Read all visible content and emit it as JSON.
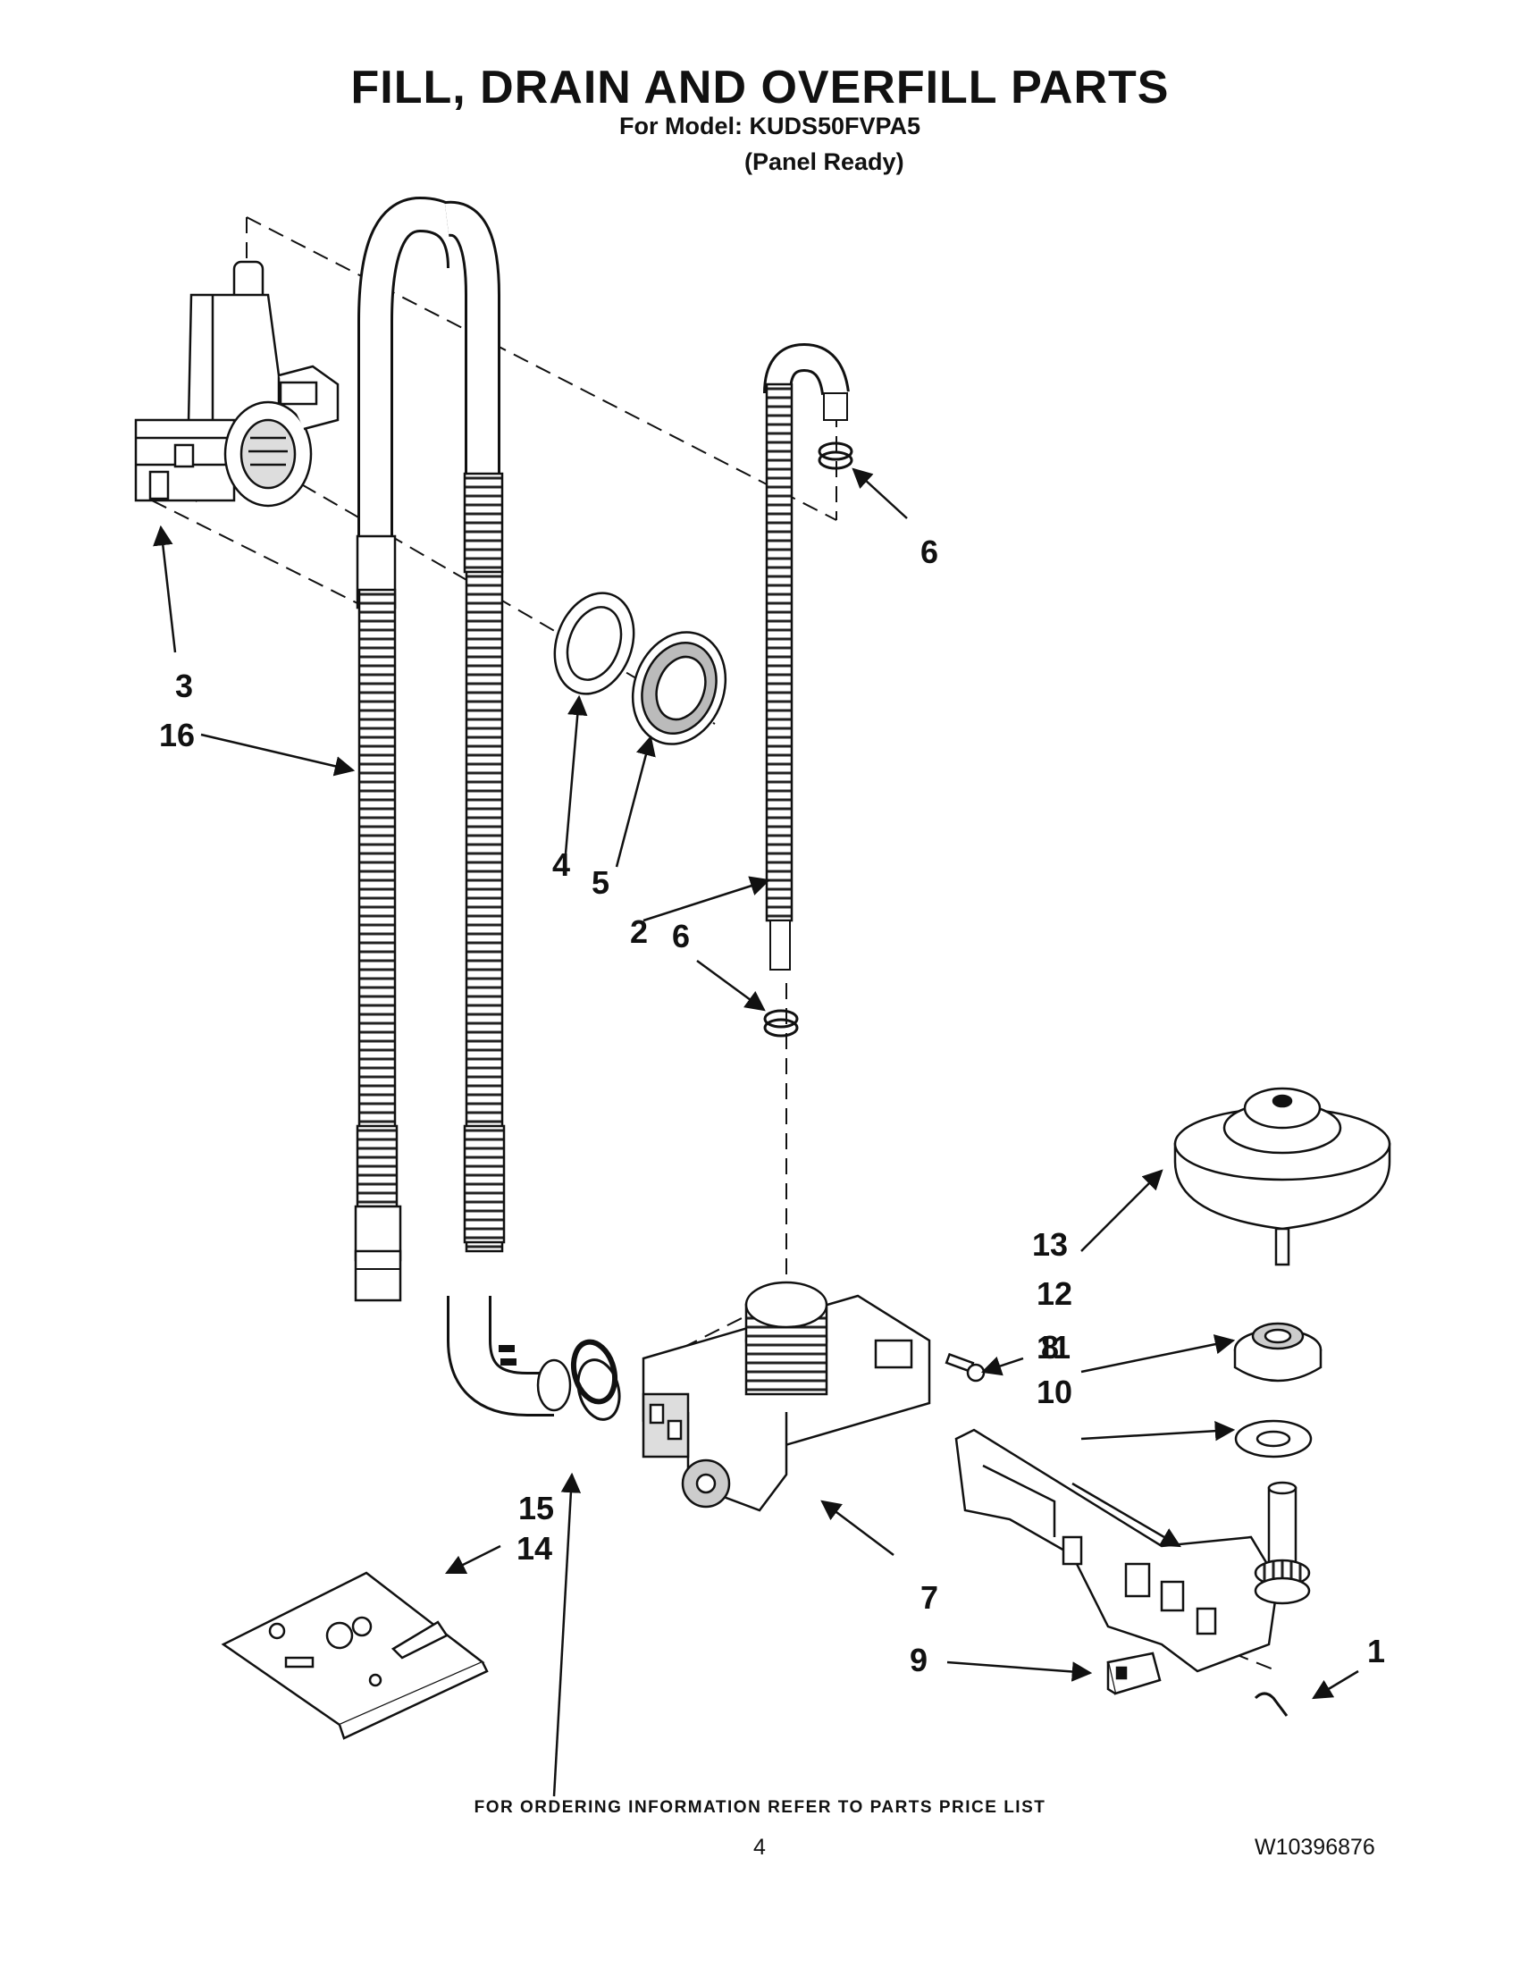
{
  "header": {
    "title": "FILL, DRAIN  AND OVERFILL PARTS",
    "model_line": "For Model: KUDS50FVPA5",
    "variant_line": "(Panel Ready)"
  },
  "callouts": {
    "c1": "1",
    "c2": "2",
    "c3": "3",
    "c4": "4",
    "c5": "5",
    "c6a": "6",
    "c6b": "6",
    "c7": "7",
    "c8": "8",
    "c9": "9",
    "c10": "10",
    "c11": "11",
    "c12": "12",
    "c13": "13",
    "c14": "14",
    "c15": "15",
    "c16": "16"
  },
  "footer": {
    "ordering_note": "FOR ORDERING INFORMATION REFER TO PARTS PRICE LIST",
    "page_number": "4",
    "document_number": "W10396876"
  },
  "colors": {
    "ink": "#111111",
    "paper": "#ffffff",
    "shade": "#9a9a9a"
  }
}
